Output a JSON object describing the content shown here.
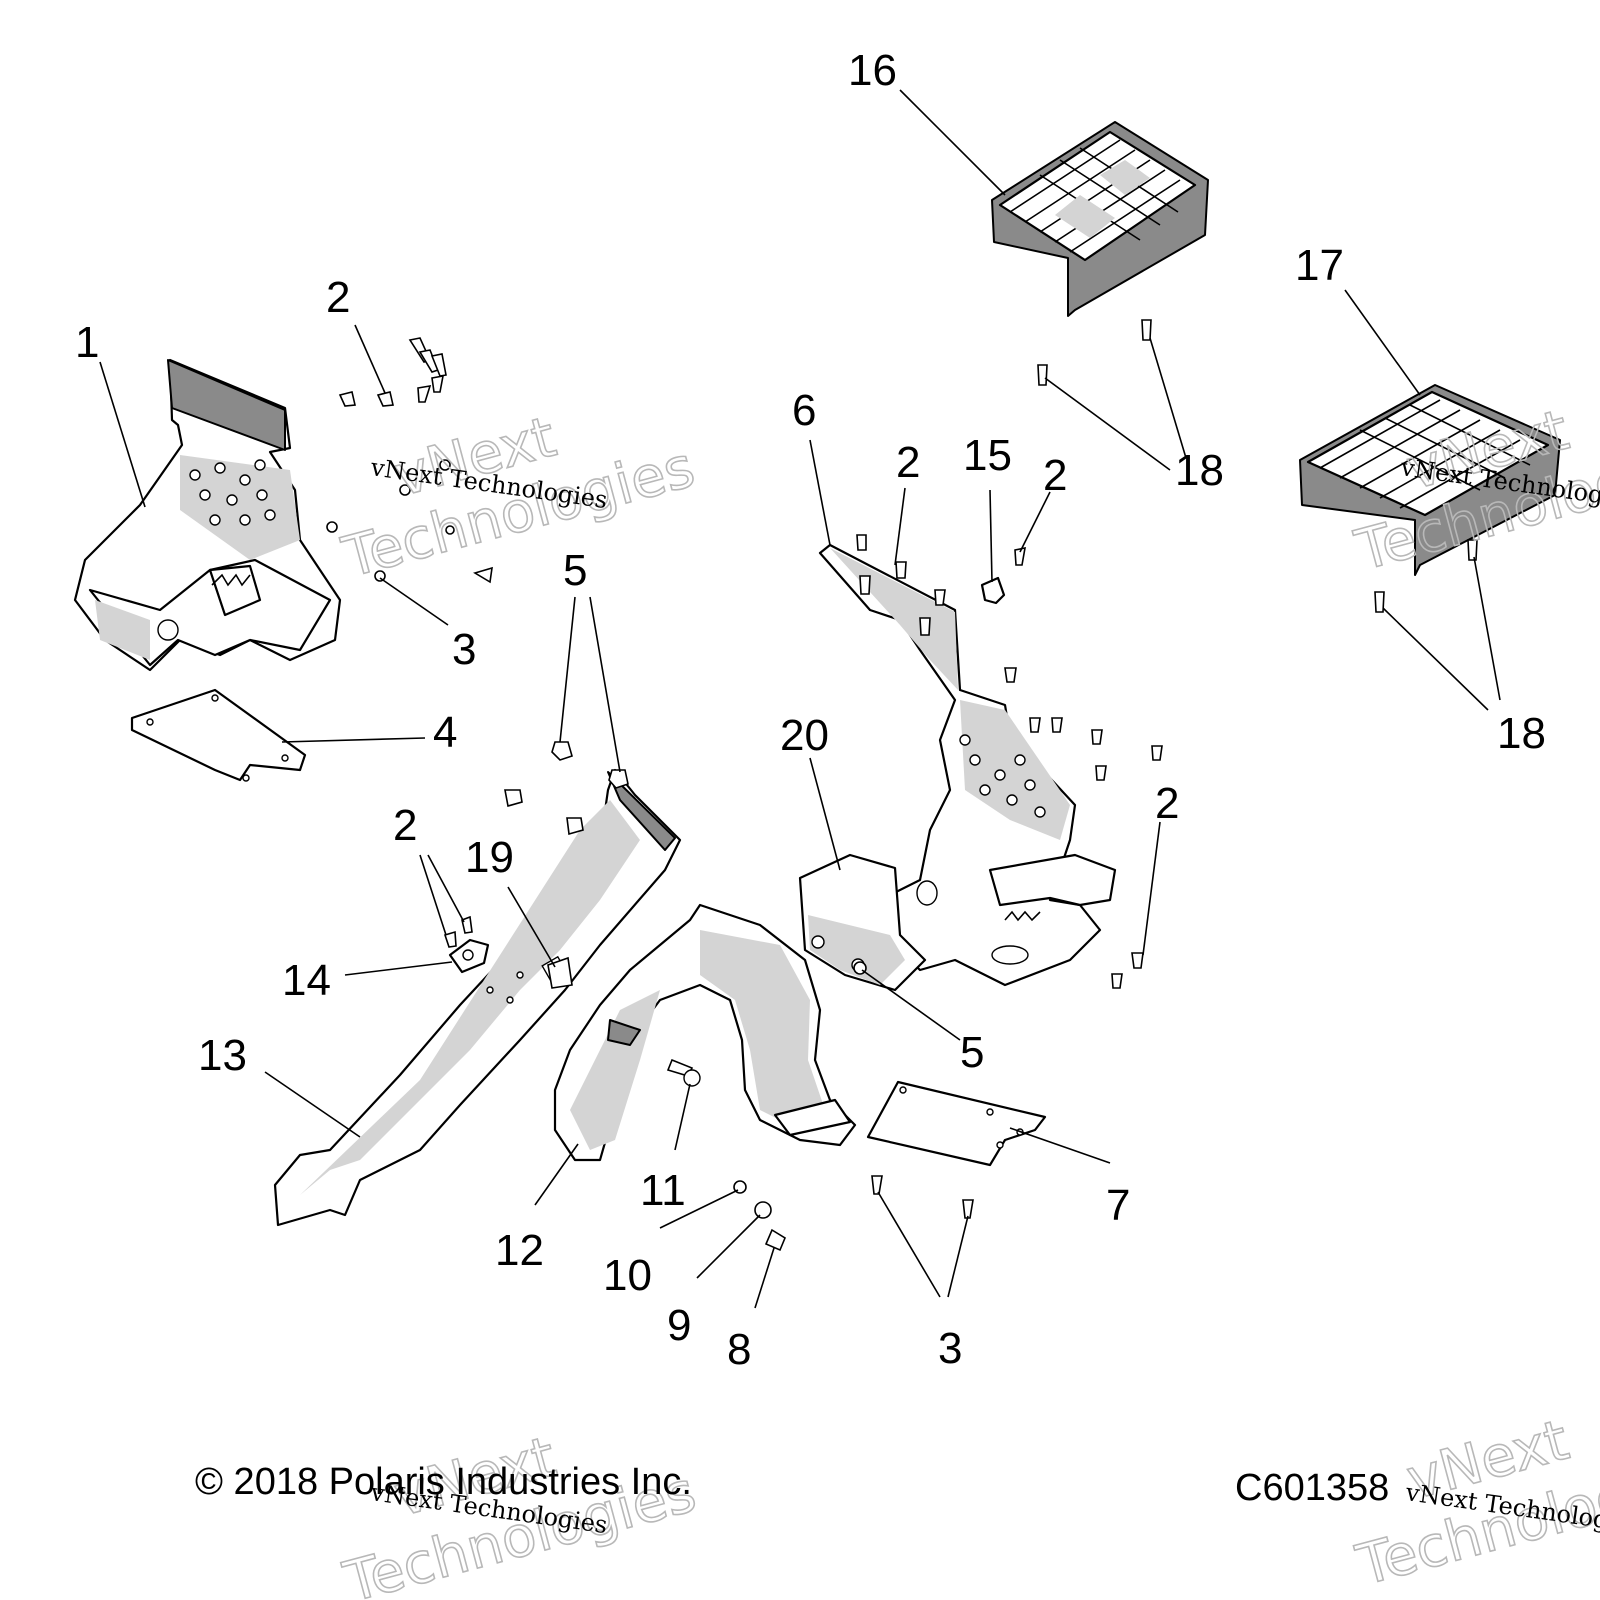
{
  "callouts": [
    {
      "id": "c1",
      "label": "1"
    },
    {
      "id": "c2a",
      "label": "2"
    },
    {
      "id": "c2b",
      "label": "2"
    },
    {
      "id": "c2c",
      "label": "2"
    },
    {
      "id": "c2d",
      "label": "2"
    },
    {
      "id": "c2e",
      "label": "2"
    },
    {
      "id": "c3a",
      "label": "3"
    },
    {
      "id": "c3b",
      "label": "3"
    },
    {
      "id": "c4",
      "label": "4"
    },
    {
      "id": "c5a",
      "label": "5"
    },
    {
      "id": "c5b",
      "label": "5"
    },
    {
      "id": "c6",
      "label": "6"
    },
    {
      "id": "c7",
      "label": "7"
    },
    {
      "id": "c8",
      "label": "8"
    },
    {
      "id": "c9",
      "label": "9"
    },
    {
      "id": "c10",
      "label": "10"
    },
    {
      "id": "c11",
      "label": "11"
    },
    {
      "id": "c12",
      "label": "12"
    },
    {
      "id": "c13",
      "label": "13"
    },
    {
      "id": "c14",
      "label": "14"
    },
    {
      "id": "c15",
      "label": "15"
    },
    {
      "id": "c16",
      "label": "16"
    },
    {
      "id": "c17",
      "label": "17"
    },
    {
      "id": "c18a",
      "label": "18"
    },
    {
      "id": "c18b",
      "label": "18"
    },
    {
      "id": "c19",
      "label": "19"
    },
    {
      "id": "c20",
      "label": "20"
    }
  ],
  "footer": {
    "copyright": "© 2018 Polaris Industries Inc.",
    "drawing_number": "C601358"
  },
  "watermark": {
    "small": "vNext Technologies",
    "big_line1": "vNext",
    "big_line2": "Technologies"
  }
}
